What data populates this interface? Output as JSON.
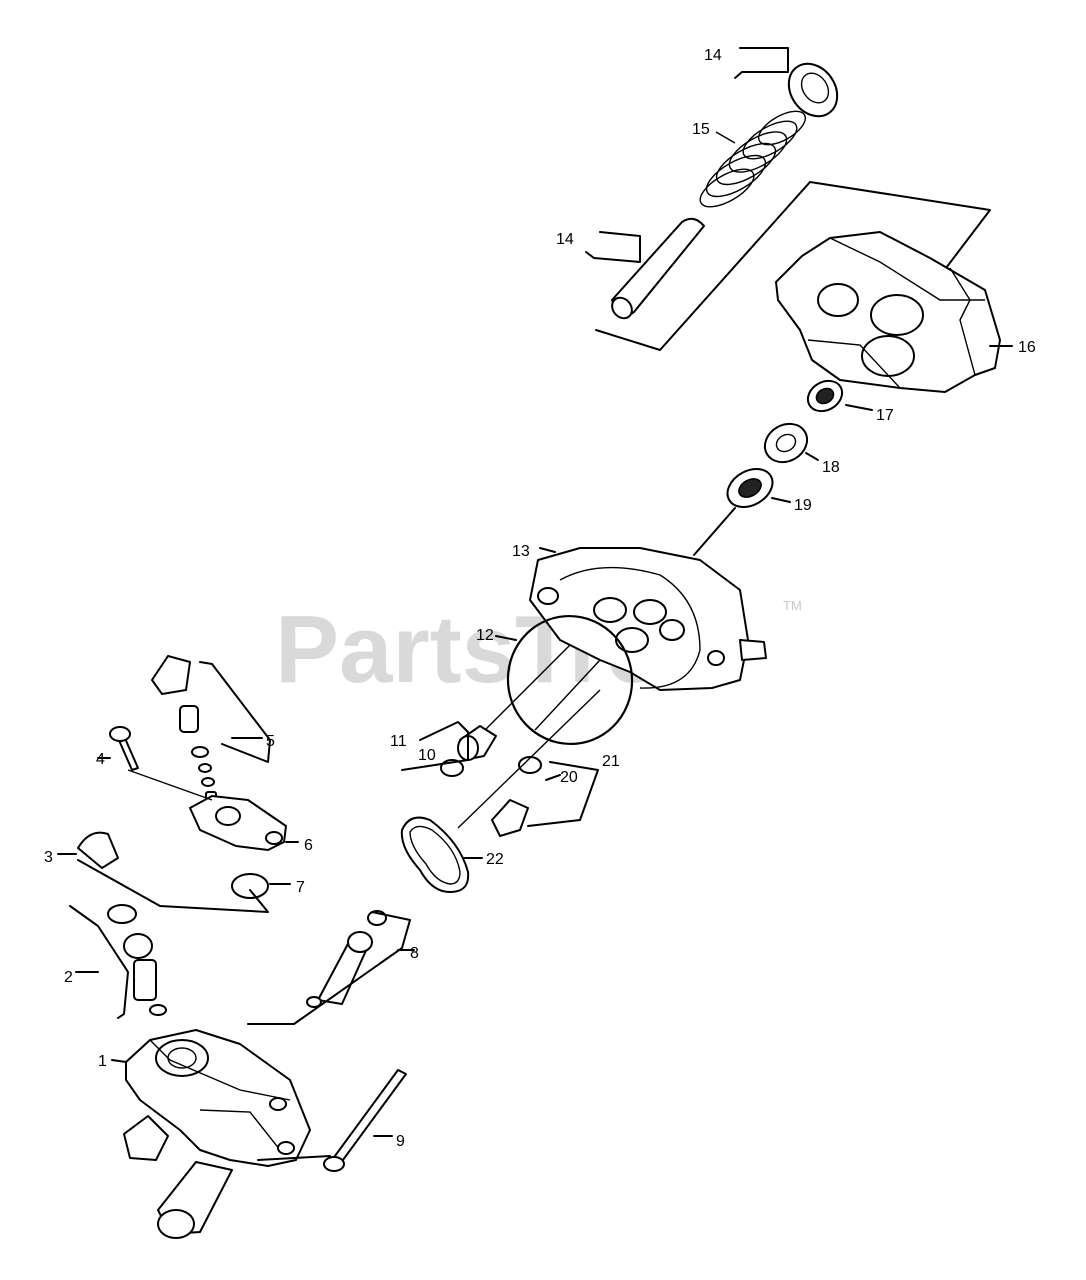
{
  "watermark": {
    "text": "PartsTree",
    "tm": "TM"
  },
  "callouts": {
    "c1": "1",
    "c2": "2",
    "c3": "3",
    "c4": "4",
    "c5": "5",
    "c6": "6",
    "c7": "7",
    "c8": "8",
    "c9": "9",
    "c10": "10",
    "c11": "11",
    "c12": "12",
    "c13": "13",
    "c14a": "14",
    "c14b": "14",
    "c15": "15",
    "c16": "16",
    "c17": "17",
    "c18": "18",
    "c19": "19",
    "c20": "20",
    "c21": "21",
    "c22": "22"
  }
}
